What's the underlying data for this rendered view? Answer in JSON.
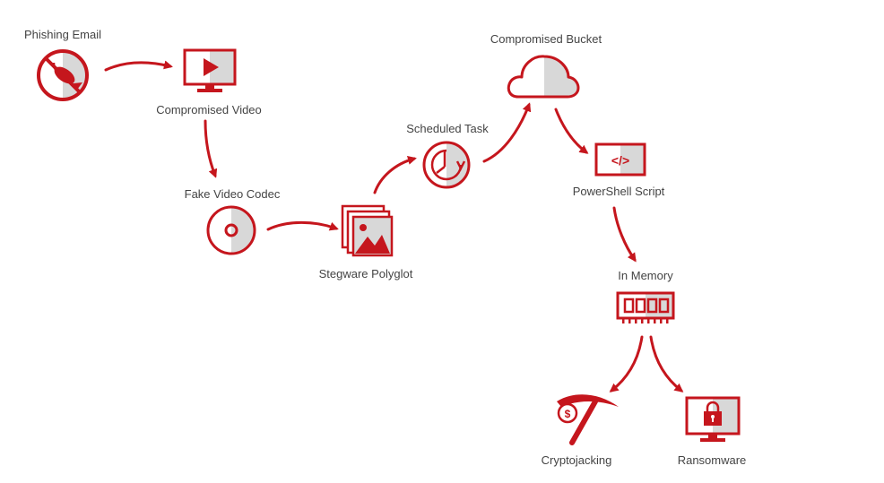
{
  "colors": {
    "primary": "#c5161d",
    "secondary": "#d8d8d8",
    "text": "#444444",
    "background": "#ffffff"
  },
  "nodes": [
    {
      "id": "phishing-email",
      "label": "Phishing Email",
      "icon": "no-fishing-icon"
    },
    {
      "id": "compromised-video",
      "label": "Compromised Video",
      "icon": "monitor-play-icon"
    },
    {
      "id": "fake-video-codec",
      "label": "Fake Video Codec",
      "icon": "disc-icon"
    },
    {
      "id": "stegware-polyglot",
      "label": "Stegware Polyglot",
      "icon": "image-stack-icon"
    },
    {
      "id": "scheduled-task",
      "label": "Scheduled Task",
      "icon": "clock-icon"
    },
    {
      "id": "compromised-bucket",
      "label": "Compromised Bucket",
      "icon": "cloud-icon"
    },
    {
      "id": "powershell-script",
      "label": "PowerShell Script",
      "icon": "code-window-icon"
    },
    {
      "id": "in-memory",
      "label": "In Memory",
      "icon": "memory-chip-icon"
    },
    {
      "id": "cryptojacking",
      "label": "Cryptojacking",
      "icon": "pickaxe-icon"
    },
    {
      "id": "ransomware",
      "label": "Ransomware",
      "icon": "monitor-lock-icon"
    }
  ],
  "edges": [
    {
      "from": "phishing-email",
      "to": "compromised-video"
    },
    {
      "from": "compromised-video",
      "to": "fake-video-codec"
    },
    {
      "from": "fake-video-codec",
      "to": "stegware-polyglot"
    },
    {
      "from": "stegware-polyglot",
      "to": "scheduled-task"
    },
    {
      "from": "scheduled-task",
      "to": "compromised-bucket"
    },
    {
      "from": "compromised-bucket",
      "to": "powershell-script"
    },
    {
      "from": "powershell-script",
      "to": "in-memory"
    },
    {
      "from": "in-memory",
      "to": "cryptojacking"
    },
    {
      "from": "in-memory",
      "to": "ransomware"
    }
  ]
}
